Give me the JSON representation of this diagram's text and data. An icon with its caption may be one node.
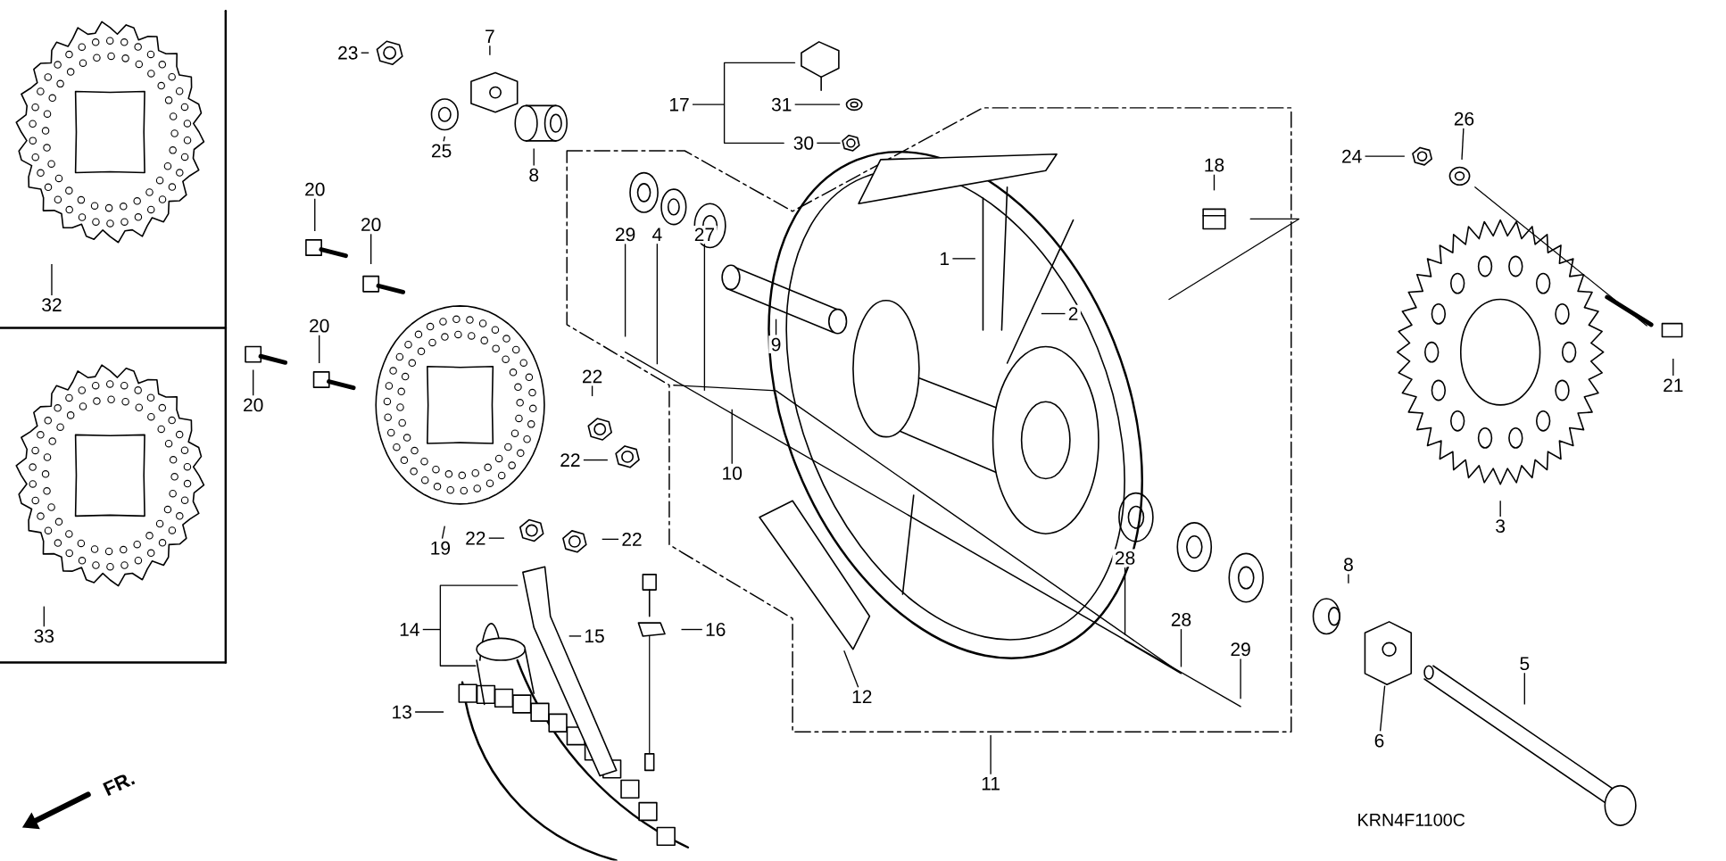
{
  "diagram": {
    "nodes": [
      {
        "text": [
          "23"
        ]
      },
      {
        "text": [
          "7"
        ]
      },
      {
        "text": [
          "25"
        ]
      },
      {
        "text": [
          "8"
        ]
      },
      {
        "text": [
          "17"
        ]
      },
      {
        "text": [
          "31"
        ]
      },
      {
        "text": [
          "30"
        ]
      },
      {
        "text": [
          "18"
        ]
      },
      {
        "text": [
          "24"
        ]
      },
      {
        "text": [
          "26"
        ]
      },
      {
        "text": [
          "32"
        ]
      },
      {
        "text": [
          "33"
        ]
      },
      {
        "text": [
          "20"
        ]
      },
      {
        "text": [
          "20"
        ]
      },
      {
        "text": [
          "20"
        ]
      },
      {
        "text": [
          "20"
        ]
      },
      {
        "text": [
          "29"
        ]
      },
      {
        "text": [
          "4"
        ]
      },
      {
        "text": [
          "27"
        ]
      },
      {
        "text": [
          "9"
        ]
      },
      {
        "text": [
          "1"
        ]
      },
      {
        "text": [
          "2"
        ]
      },
      {
        "text": [
          "22"
        ]
      },
      {
        "text": [
          "22"
        ]
      },
      {
        "text": [
          "22"
        ]
      },
      {
        "text": [
          "22"
        ]
      },
      {
        "text": [
          "10"
        ]
      },
      {
        "text": [
          "21"
        ]
      },
      {
        "text": [
          "3"
        ]
      },
      {
        "text": [
          "19"
        ]
      },
      {
        "text": [
          "14"
        ]
      },
      {
        "text": [
          "15"
        ]
      },
      {
        "text": [
          "16"
        ]
      },
      {
        "text": [
          "13"
        ]
      },
      {
        "text": [
          "28"
        ]
      },
      {
        "text": [
          "28"
        ]
      },
      {
        "text": [
          "29"
        ]
      },
      {
        "text": [
          "12"
        ]
      },
      {
        "text": [
          "11"
        ]
      },
      {
        "text": [
          "5"
        ]
      },
      {
        "text": [
          "6"
        ]
      },
      {
        "text": [
          "8"
        ]
      },
      {
        "text": [],
        "shape": "picture"
      },
      {
        "text": [],
        "shape": "picture"
      },
      {
        "text": [],
        "shape": "picture"
      }
    ],
    "edges": [
      {
        "from": 0,
        "to": null,
        "arrow": "none"
      },
      {
        "from": 1,
        "to": null,
        "arrow": "none"
      },
      {
        "from": 2,
        "to": null,
        "arrow": "none"
      },
      {
        "from": 3,
        "to": null,
        "arrow": "none"
      },
      {
        "from": 4,
        "to": null,
        "arrow": "none"
      },
      {
        "from": 5,
        "to": null,
        "arrow": "none"
      },
      {
        "from": 6,
        "to": 42,
        "arrow": "none"
      },
      {
        "from": 7,
        "to": null,
        "arrow": "none"
      },
      {
        "from": 8,
        "to": null,
        "arrow": "none"
      },
      {
        "from": 9,
        "to": null,
        "arrow": "none"
      },
      {
        "from": 10,
        "to": null,
        "arrow": "none"
      },
      {
        "from": 11,
        "to": null,
        "arrow": "none"
      },
      {
        "from": 12,
        "to": null,
        "arrow": "none"
      },
      {
        "from": 13,
        "to": null,
        "arrow": "none"
      },
      {
        "from": 14,
        "to": null,
        "arrow": "none"
      },
      {
        "from": 15,
        "to": null,
        "arrow": "none"
      },
      {
        "from": 16,
        "to": null,
        "arrow": "none"
      },
      {
        "from": 17,
        "to": null,
        "arrow": "none"
      },
      {
        "from": 18,
        "to": null,
        "arrow": "none"
      },
      {
        "from": 19,
        "to": null,
        "arrow": "none"
      },
      {
        "from": 20,
        "to": null,
        "arrow": "none"
      },
      {
        "from": 21,
        "to": null,
        "arrow": "none"
      },
      {
        "from": 22,
        "to": null,
        "arrow": "none"
      },
      {
        "from": 23,
        "to": null,
        "arrow": "none"
      },
      {
        "from": 24,
        "to": null,
        "arrow": "none"
      },
      {
        "from": 25,
        "to": null,
        "arrow": "none"
      },
      {
        "from": 26,
        "to": null,
        "arrow": "none"
      },
      {
        "from": 27,
        "to": null,
        "arrow": "none"
      },
      {
        "from": 28,
        "to": null,
        "arrow": "none"
      },
      {
        "from": 29,
        "to": null,
        "arrow": "none"
      },
      {
        "from": 30,
        "to": null,
        "arrow": "none"
      },
      {
        "from": 31,
        "to": null,
        "arrow": "none"
      },
      {
        "from": 32,
        "to": null,
        "arrow": "none"
      },
      {
        "from": 33,
        "to": null,
        "arrow": "none"
      },
      {
        "from": 34,
        "to": null,
        "arrow": "none"
      },
      {
        "from": 35,
        "to": null,
        "arrow": "none"
      },
      {
        "from": 36,
        "to": null,
        "arrow": "none"
      },
      {
        "from": 37,
        "to": 43,
        "arrow": "none"
      },
      {
        "from": 38,
        "to": null,
        "arrow": "none"
      },
      {
        "from": 39,
        "to": null,
        "arrow": "none"
      },
      {
        "from": 40,
        "to": 44,
        "arrow": "none"
      },
      {
        "from": 41,
        "to": null,
        "arrow": "none"
      }
    ],
    "labels": [
      "FR.",
      "KRN4F1100C"
    ]
  }
}
